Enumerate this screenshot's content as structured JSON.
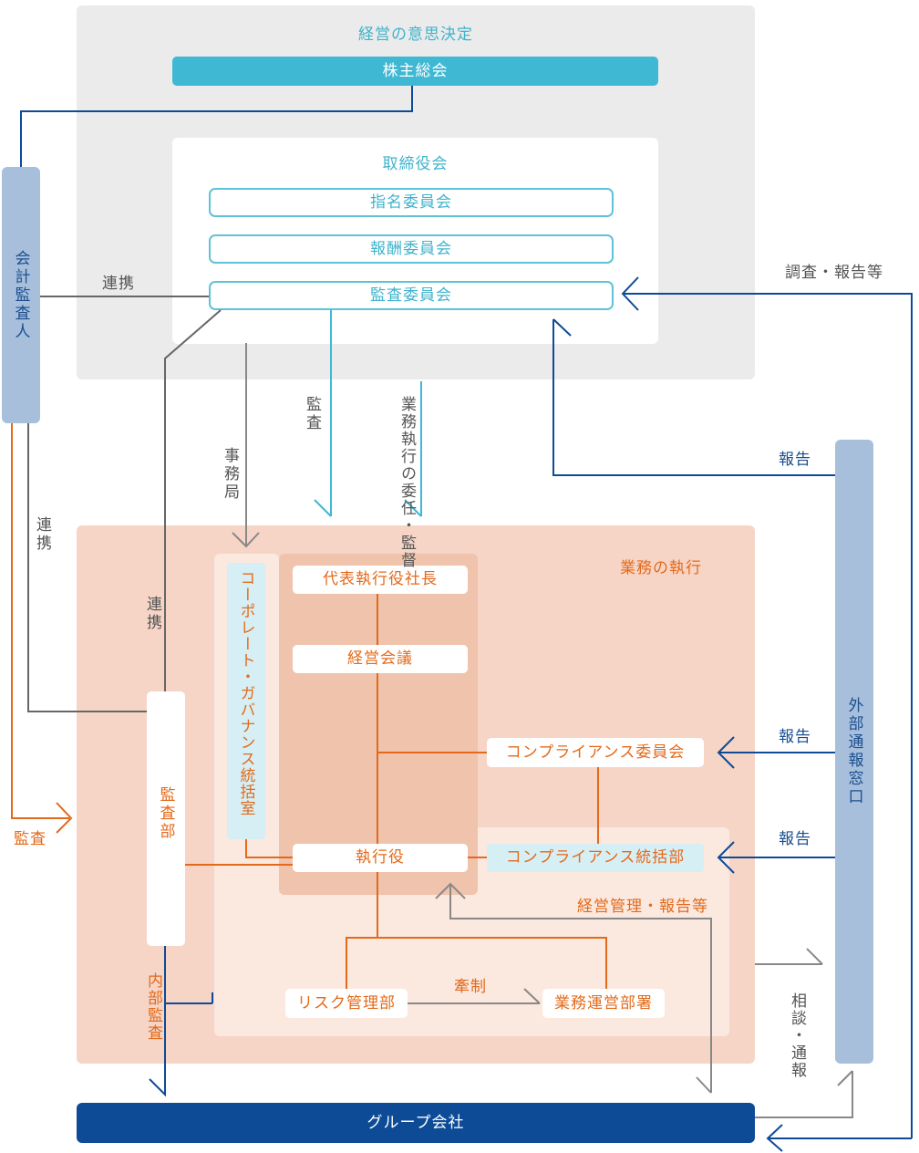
{
  "top_region": {
    "title": "経営の意思決定"
  },
  "shareholders": "株主総会",
  "board": {
    "title": "取締役会",
    "committees": [
      "指名委員会",
      "報酬委員会",
      "監査委員会"
    ]
  },
  "auditor": "会計監査人",
  "external": "外部通報窓口",
  "group": "グループ会社",
  "exec_region": {
    "title": "業務の執行"
  },
  "exec": {
    "ceo": "代表執行役社長",
    "meeting": "経営会議",
    "officer": "執行役",
    "compliance_committee": "コンプライアンス委員会",
    "compliance_dept": "コンプライアンス統括部",
    "risk_dept": "リスク管理部",
    "ops_dept": "業務運営部署",
    "governance_office": "コーポレート・ガバナンス統括室",
    "audit_dept": "監査部"
  },
  "labels": {
    "renkei": "連携",
    "renkei_v1": "連携",
    "renkei_v2": "連携",
    "kansa_left": "監査",
    "kansa_v": "監査",
    "jimukyoku": "事務局",
    "itaku": "業務執行の委任・監督",
    "chosa": "調査・報告等",
    "hokoku1": "報告",
    "hokoku2": "報告",
    "hokoku3": "報告",
    "keiei_kanri": "経営管理・報告等",
    "kensei": "牽制",
    "naibu": "内部監査",
    "sodan": "相談・通報"
  },
  "colors": {
    "cyan": "#3fb8d3",
    "orange": "#e36a1a",
    "navy": "#0d4b97",
    "gray_line": "#777777",
    "blue_bar": "#a8bfdc"
  }
}
